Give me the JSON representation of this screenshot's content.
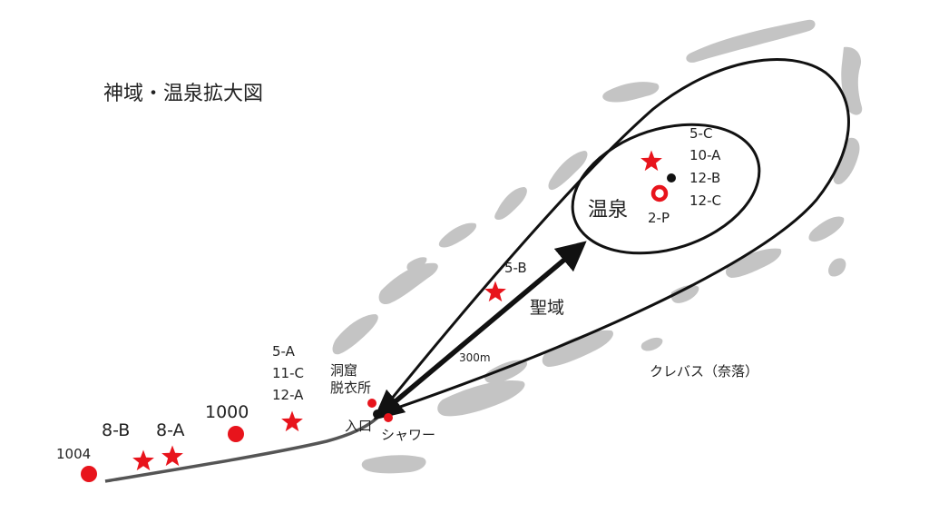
{
  "title": "神域・温泉拡大図",
  "colors": {
    "marker_red": "#e8141c",
    "line_black": "#111111",
    "trail_gray": "#555555",
    "crevasse_gray": "#c4c4c4"
  },
  "areas": {
    "onsen": "温泉",
    "seiiki": "聖域",
    "crevasse": "クレバス（奈落）"
  },
  "facilities": {
    "cave_line1": "洞窟",
    "cave_line2": "脱衣所",
    "entrance": "入口",
    "shower": "シャワー"
  },
  "distance_label": "300m",
  "point_labels": {
    "p1004": "1004",
    "p8b": "8-B",
    "p8a": "8-A",
    "p1000": "1000",
    "cave_group": [
      "5-A",
      "11-C",
      "12-A"
    ],
    "p5b": "5-B",
    "onsen_group": [
      "5-C",
      "10-A",
      "12-B",
      "12-C"
    ],
    "p2p": "2-P"
  },
  "icons": {
    "star": "star-marker-icon",
    "dot": "dot-marker-icon",
    "ring": "ring-marker-icon"
  }
}
